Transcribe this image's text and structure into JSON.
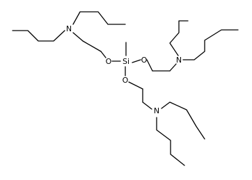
{
  "atoms": {
    "si": "Si",
    "o_left": "O",
    "o_right": "O",
    "o_bottom": "O",
    "n_top_left": "N",
    "n_right": "N",
    "n_bottom": "N"
  },
  "colors": {
    "bond": "#000000",
    "text": "#000000",
    "background": "#ffffff"
  }
}
